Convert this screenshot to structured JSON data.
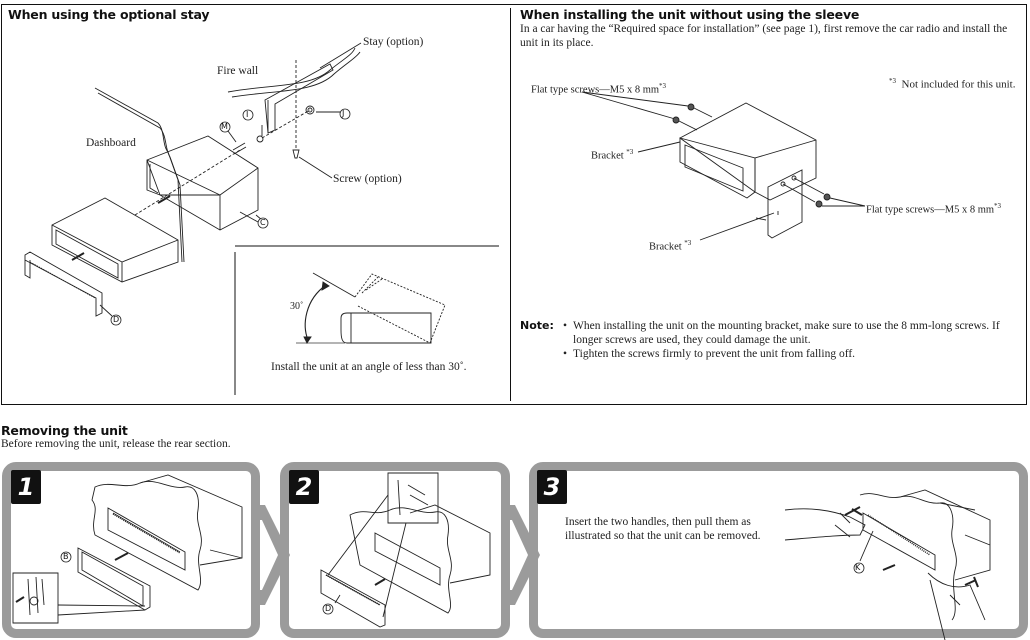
{
  "optional_stay": {
    "title": "When using the optional stay",
    "labels": {
      "stay": "Stay (option)",
      "fire_wall": "Fire wall",
      "dashboard": "Dashboard",
      "screw": "Screw (option)",
      "c": "C",
      "d": "D",
      "i": "I",
      "j": "J",
      "m": "M"
    },
    "angle": {
      "value": "30˚",
      "caption": "Install the unit at an angle of less than 30˚."
    }
  },
  "without_sleeve": {
    "title": "When installing the unit without using the sleeve",
    "intro": "In a car having the “Required space for installation” (see page 1), first remove the car radio and install the unit in its place.",
    "footnote_mark": "*3",
    "footnote_text": "Not included for this unit.",
    "labels": {
      "flat_screws_left": "Flat type screws—M5 x 8 mm",
      "flat_screws_right": "Flat type screws—M5 x 8 mm",
      "bracket_top": "Bracket",
      "bracket_bottom": "Bracket",
      "sup": "*3"
    },
    "note_label": "Note:",
    "notes": [
      "When installing the unit on the mounting bracket, make sure to use the 8 mm-long screws. If longer screws are used, they could damage the unit.",
      "Tighten the screws firmly to prevent the unit from falling off."
    ]
  },
  "removing": {
    "title": "Removing the unit",
    "subtitle": "Before removing the unit, release the rear section.",
    "steps": [
      {
        "number": "1",
        "label_b": "B"
      },
      {
        "number": "2",
        "label_d": "D"
      },
      {
        "number": "3",
        "text": "Insert the two handles, then pull them as illustrated so that the unit can be removed.",
        "label_k": "K"
      }
    ],
    "frame_color": "#9b9b9b"
  }
}
